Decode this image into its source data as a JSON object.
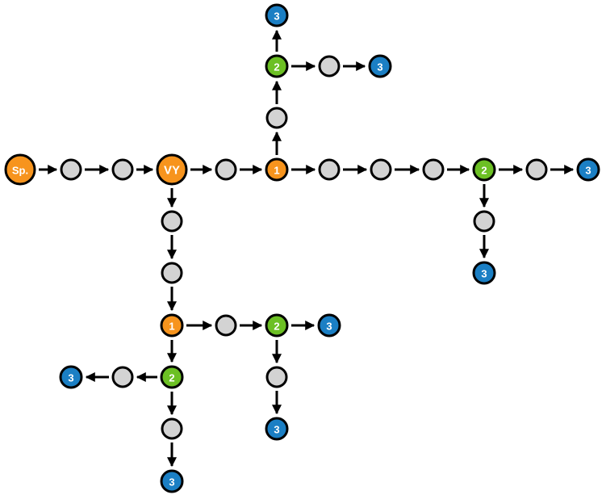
{
  "palette": {
    "orange": "#F7941D",
    "green": "#6CC024",
    "blue": "#1B7FC4",
    "gray": "#D3D3D3",
    "stroke": "#000000"
  },
  "diagram": {
    "nodes": [
      {
        "id": "sp",
        "label": "Sp.",
        "kind": "orange"
      },
      {
        "id": "n1",
        "label": "",
        "kind": "gray"
      },
      {
        "id": "n2",
        "label": "",
        "kind": "gray"
      },
      {
        "id": "vy",
        "label": "VY",
        "kind": "orange"
      },
      {
        "id": "n3",
        "label": "",
        "kind": "gray"
      },
      {
        "id": "a1",
        "label": "1",
        "kind": "orange"
      },
      {
        "id": "n4",
        "label": "",
        "kind": "gray"
      },
      {
        "id": "a2",
        "label": "2",
        "kind": "green"
      },
      {
        "id": "a3top",
        "label": "3",
        "kind": "blue"
      },
      {
        "id": "n5",
        "label": "",
        "kind": "gray"
      },
      {
        "id": "a3right",
        "label": "3",
        "kind": "blue"
      },
      {
        "id": "n6",
        "label": "",
        "kind": "gray"
      },
      {
        "id": "n7",
        "label": "",
        "kind": "gray"
      },
      {
        "id": "n8",
        "label": "",
        "kind": "gray"
      },
      {
        "id": "b2",
        "label": "2",
        "kind": "green"
      },
      {
        "id": "n9",
        "label": "",
        "kind": "gray"
      },
      {
        "id": "b3right",
        "label": "3",
        "kind": "blue"
      },
      {
        "id": "n10",
        "label": "",
        "kind": "gray"
      },
      {
        "id": "b3down",
        "label": "3",
        "kind": "blue"
      },
      {
        "id": "n11",
        "label": "",
        "kind": "gray"
      },
      {
        "id": "n12",
        "label": "",
        "kind": "gray"
      },
      {
        "id": "c1",
        "label": "1",
        "kind": "orange"
      },
      {
        "id": "n13",
        "label": "",
        "kind": "gray"
      },
      {
        "id": "c2",
        "label": "2",
        "kind": "green"
      },
      {
        "id": "c3right",
        "label": "3",
        "kind": "blue"
      },
      {
        "id": "n14",
        "label": "",
        "kind": "gray"
      },
      {
        "id": "c3down",
        "label": "3",
        "kind": "blue"
      },
      {
        "id": "d2",
        "label": "2",
        "kind": "green"
      },
      {
        "id": "n15",
        "label": "",
        "kind": "gray"
      },
      {
        "id": "d3left",
        "label": "3",
        "kind": "blue"
      },
      {
        "id": "n16",
        "label": "",
        "kind": "gray"
      },
      {
        "id": "d3down",
        "label": "3",
        "kind": "blue"
      }
    ],
    "edges": [
      [
        "sp",
        "n1"
      ],
      [
        "n1",
        "n2"
      ],
      [
        "n2",
        "vy"
      ],
      [
        "vy",
        "n3"
      ],
      [
        "n3",
        "a1"
      ],
      [
        "a1",
        "n4"
      ],
      [
        "n4",
        "a2"
      ],
      [
        "a2",
        "a3top"
      ],
      [
        "a2",
        "n5"
      ],
      [
        "n5",
        "a3right"
      ],
      [
        "a1",
        "n6"
      ],
      [
        "n6",
        "n7"
      ],
      [
        "n7",
        "n8"
      ],
      [
        "n8",
        "b2"
      ],
      [
        "b2",
        "n9"
      ],
      [
        "n9",
        "b3right"
      ],
      [
        "b2",
        "n10"
      ],
      [
        "n10",
        "b3down"
      ],
      [
        "vy",
        "n11"
      ],
      [
        "n11",
        "n12"
      ],
      [
        "n12",
        "c1"
      ],
      [
        "c1",
        "n13"
      ],
      [
        "n13",
        "c2"
      ],
      [
        "c2",
        "c3right"
      ],
      [
        "c2",
        "n14"
      ],
      [
        "n14",
        "c3down"
      ],
      [
        "c1",
        "d2"
      ],
      [
        "d2",
        "n15"
      ],
      [
        "n15",
        "d3left"
      ],
      [
        "d2",
        "n16"
      ],
      [
        "n16",
        "d3down"
      ]
    ]
  }
}
